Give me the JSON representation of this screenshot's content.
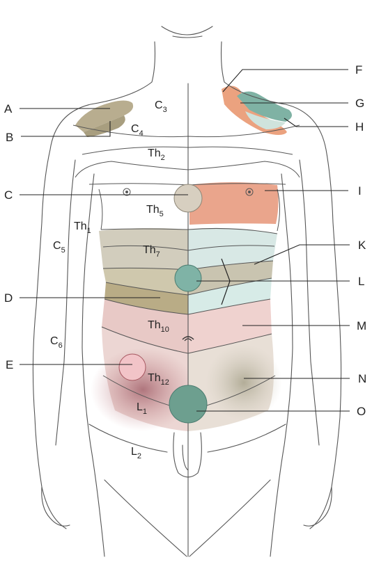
{
  "figure": {
    "letters": [
      "A",
      "B",
      "C",
      "D",
      "E",
      "F",
      "G",
      "H",
      "I",
      "K",
      "L",
      "M",
      "N",
      "O"
    ],
    "segments": [
      {
        "base": "C",
        "sub": "3"
      },
      {
        "base": "C",
        "sub": "4"
      },
      {
        "base": "Th",
        "sub": "2"
      },
      {
        "base": "Th",
        "sub": "5"
      },
      {
        "base": "Th",
        "sub": "1"
      },
      {
        "base": "C",
        "sub": "5"
      },
      {
        "base": "Th",
        "sub": "7"
      },
      {
        "base": "C",
        "sub": "6"
      },
      {
        "base": "Th",
        "sub": "10"
      },
      {
        "base": "Th",
        "sub": "12"
      },
      {
        "base": "L",
        "sub": "1"
      },
      {
        "base": "L",
        "sub": "2"
      }
    ],
    "colors": {
      "sand": "#b7ad8e",
      "teal": "#6fa99a",
      "salmon": "#e9a58a",
      "pink": "#efc6c3",
      "mint": "#cfe5e1",
      "grey_tan": "#cfcabb",
      "olive": "#b8aa80",
      "maroon": "#9b5560"
    }
  }
}
